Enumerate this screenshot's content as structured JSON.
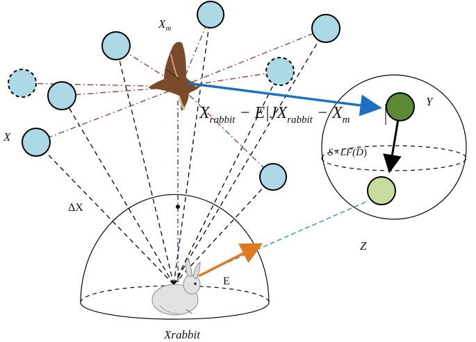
{
  "labels": {
    "hawk": "X",
    "hawk_sub": "m",
    "hawk_pos": "X",
    "delta": "ΔX",
    "rabbit": "Xrabbit",
    "eq_x1": "X",
    "eq_sub1": "rabbit",
    "eq_mid": "− E|JX",
    "eq_sub2": "rabbit",
    "eq_tail": "− X",
    "eq_sub3": "m",
    "y": "Y",
    "z": "Z",
    "e": "E",
    "s_times": "S×LF(",
    "s_d": "D",
    "s_close": ")"
  },
  "colors": {
    "node": "#add8e6",
    "y_node": "#5a8a32",
    "z_node": "#c5dc9e",
    "blue_arrow": "#1e6fc2",
    "orange_arrow": "#e07820",
    "red_dash": "#8a3a2a",
    "teal_dash": "#3a8fa0",
    "vertical_dash": "#2030d0"
  }
}
